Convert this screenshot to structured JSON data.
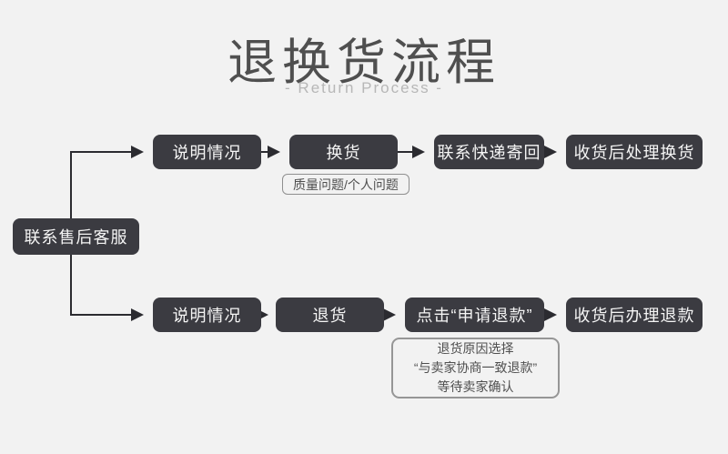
{
  "title": "退换货流程",
  "subtitle": "- Return Process -",
  "colors": {
    "background": "#f2f2f2",
    "node_background": "#3b3b41",
    "node_text": "#f5f5f5",
    "connector_line": "#2b2b30",
    "note_border": "#969696",
    "note_text": "#4f4f4f",
    "subtitle_text": "#b7b7b7"
  },
  "flow": {
    "start_node": "联系售后客服",
    "exchange_branch": {
      "steps": [
        "说明情况",
        "换货",
        "联系快递寄回",
        "收货后处理换货"
      ],
      "note": "质量问题/个人问题"
    },
    "refund_branch": {
      "steps": [
        "说明情况",
        "退货",
        "点击“申请退款”",
        "收货后办理退款"
      ],
      "note_lines": [
        "退货原因选择",
        "“与卖家协商一致退款”",
        "等待卖家确认"
      ]
    }
  }
}
